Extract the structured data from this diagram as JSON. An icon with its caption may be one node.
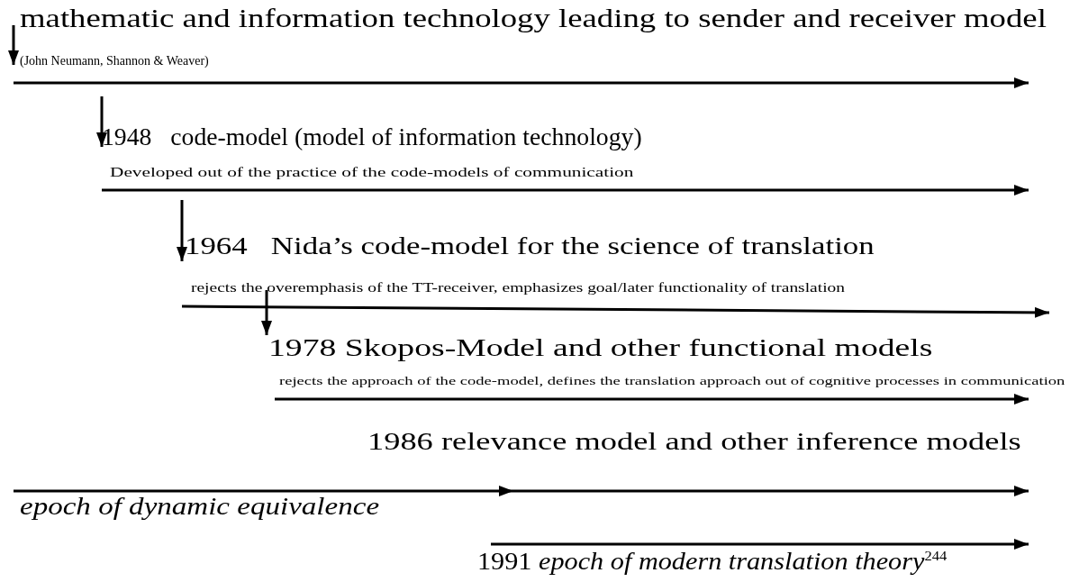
{
  "diagram": {
    "labels": [
      "mathematic and information technology leading to sender and receiver model",
      "(John Neumann, Shannon & Weaver)",
      "1948   code-model (model of information technology)",
      "Developed out of the practice of the code-models of communication",
      "1964   Nida’s code-model for the science of translation",
      "rejects the overemphasis of the TT-receiver, emphasizes goal/later functionality of translation",
      "1978 Skopos-Model and other functional models",
      "rejects the approach of the code-model, defines the translation approach out of cognitive processes in communication",
      "1986 relevance model and other inference models",
      "epoch of dynamic equivalence",
      "1991 *epoch of modern translation theory*$^{244}$"
    ]
  }
}
